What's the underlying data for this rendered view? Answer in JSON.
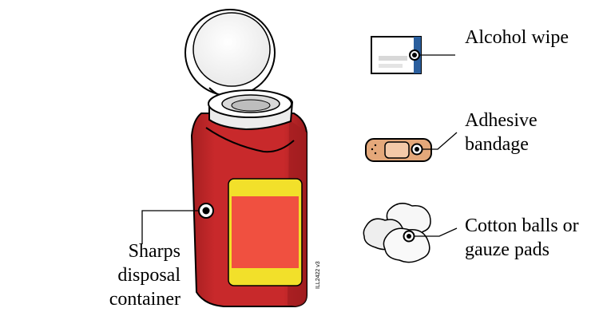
{
  "labels": {
    "sharps_container": [
      "Sharps",
      "disposal",
      "container"
    ],
    "alcohol_wipe": [
      "Alcohol wipe"
    ],
    "adhesive_bandage": [
      "Adhesive",
      "bandage"
    ],
    "cotton_balls": [
      "Cotton balls or",
      "gauze pads"
    ]
  },
  "figure_code": "ILL2422 v3",
  "colors": {
    "container_red": "#c8292b",
    "container_red_dark": "#9f1d1f",
    "label_yellow": "#f2e02a",
    "label_panel": "#f05040",
    "wipe_blue": "#2b5f9e",
    "bandage_tan": "#e4a87a",
    "outline": "#000000"
  }
}
